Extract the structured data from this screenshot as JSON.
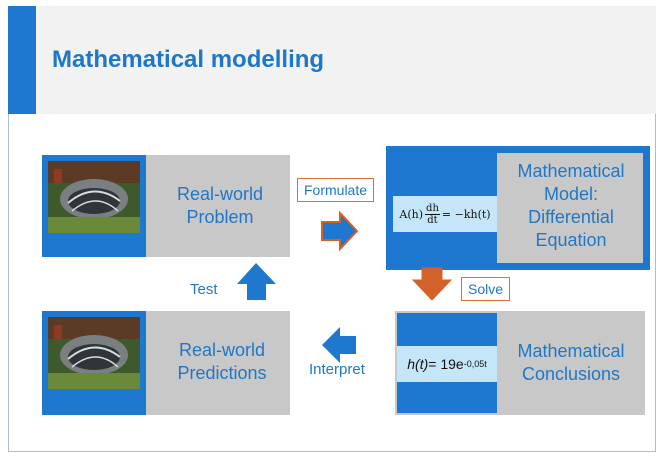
{
  "title": "Mathematical modelling",
  "boxes": {
    "real_world_problem": "Real-world Problem",
    "real_world_predictions": "Real-world Predictions",
    "model_line1": "Mathematical",
    "model_line2": "Model:",
    "model_line3": "Differential",
    "model_line4": "Equation",
    "conclusions": "Mathematical Conclusions"
  },
  "equation": {
    "lhs_prefix": "A(h)",
    "num": "dh",
    "den": "dt",
    "rhs": "= −kh(t)"
  },
  "solution": {
    "lhs": "h(t)",
    "mid": "= 19e",
    "exp": "-0,05t"
  },
  "steps": {
    "formulate": "Formulate",
    "solve": "Solve",
    "interpret": "Interpret",
    "test": "Test"
  },
  "colors": {
    "accent": "#1e78d0",
    "box": "#c8c8c8",
    "band": "#c5e6f8",
    "tag_border": "#e06f2d",
    "arrow_orange": "#d5612a"
  }
}
